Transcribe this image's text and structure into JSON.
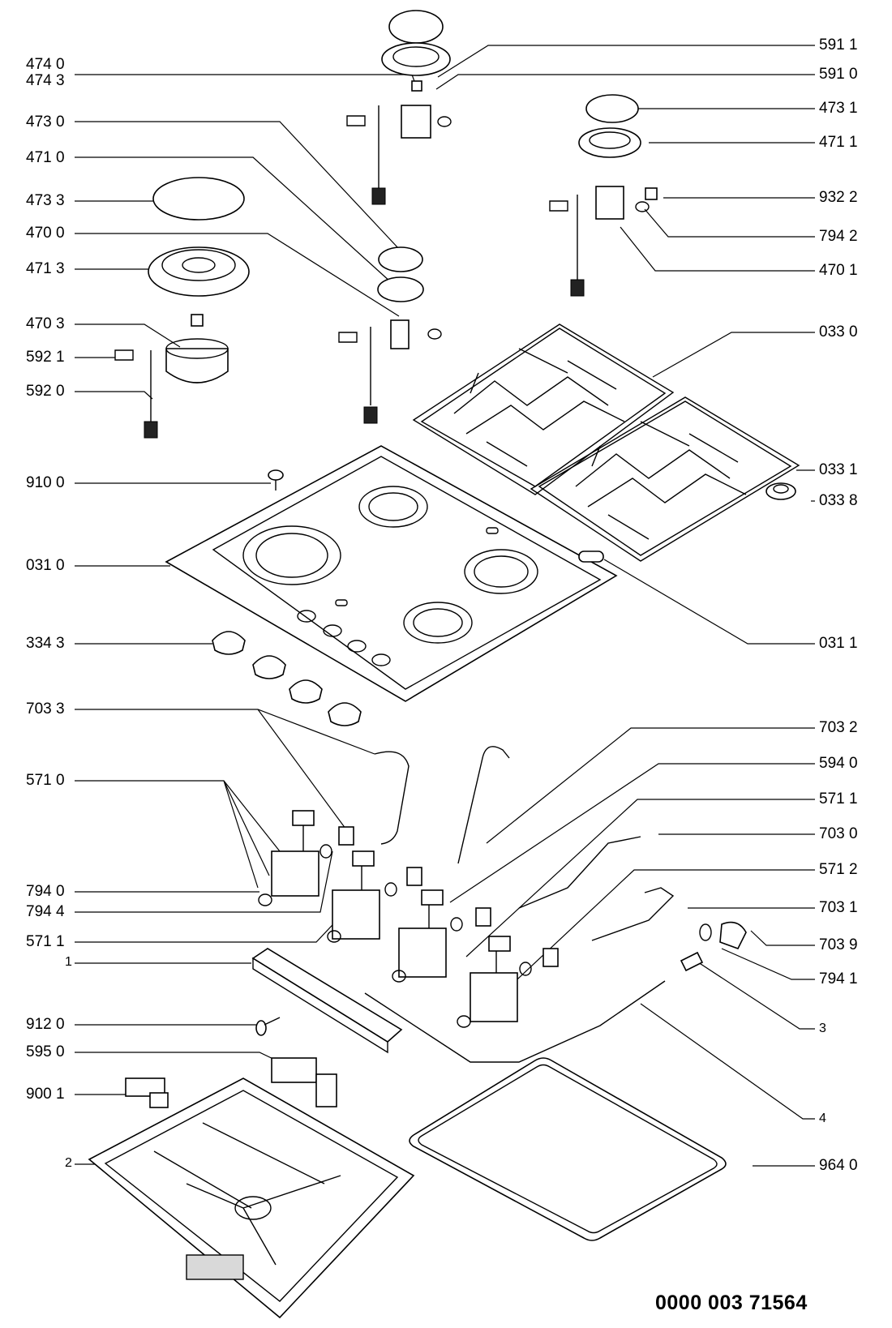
{
  "labels_left": [
    {
      "id": "l4740",
      "text": "474 0"
    },
    {
      "id": "l4743",
      "text": "474 3"
    },
    {
      "id": "l4730",
      "text": "473 0"
    },
    {
      "id": "l4710",
      "text": "471 0"
    },
    {
      "id": "l4733",
      "text": "473 3"
    },
    {
      "id": "l4700",
      "text": "470 0"
    },
    {
      "id": "l4713",
      "text": "471 3"
    },
    {
      "id": "l4703",
      "text": "470 3"
    },
    {
      "id": "l5921",
      "text": "592 1"
    },
    {
      "id": "l5920",
      "text": "592 0"
    },
    {
      "id": "l9100",
      "text": "910 0"
    },
    {
      "id": "l0310",
      "text": "031 0"
    },
    {
      "id": "l3343",
      "text": "334 3"
    },
    {
      "id": "l7033",
      "text": "703 3"
    },
    {
      "id": "l5710",
      "text": "571 0"
    },
    {
      "id": "l7940",
      "text": "794 0"
    },
    {
      "id": "l7944",
      "text": "794 4"
    },
    {
      "id": "l5711b",
      "text": "571 1"
    },
    {
      "id": "l1",
      "text": "1"
    },
    {
      "id": "l9120",
      "text": "912 0"
    },
    {
      "id": "l5950",
      "text": "595 0"
    },
    {
      "id": "l9001",
      "text": "900 1"
    },
    {
      "id": "l2",
      "text": "2"
    }
  ],
  "labels_right": [
    {
      "id": "r5911",
      "text": "591 1"
    },
    {
      "id": "r5910",
      "text": "591 0"
    },
    {
      "id": "r4731",
      "text": "473 1"
    },
    {
      "id": "r4711",
      "text": "471 1"
    },
    {
      "id": "r9322",
      "text": "932 2"
    },
    {
      "id": "r7942",
      "text": "794 2"
    },
    {
      "id": "r4701",
      "text": "470 1"
    },
    {
      "id": "r0330",
      "text": "033 0"
    },
    {
      "id": "r0331",
      "text": "033 1"
    },
    {
      "id": "r0338",
      "text": "033 8"
    },
    {
      "id": "r0311",
      "text": "031 1"
    },
    {
      "id": "r7032",
      "text": "703 2"
    },
    {
      "id": "r5940",
      "text": "594 0"
    },
    {
      "id": "r5711",
      "text": "571 1"
    },
    {
      "id": "r7030",
      "text": "703 0"
    },
    {
      "id": "r5712",
      "text": "571 2"
    },
    {
      "id": "r7031",
      "text": "703 1"
    },
    {
      "id": "r7039",
      "text": "703 9"
    },
    {
      "id": "r7941",
      "text": "794 1"
    },
    {
      "id": "r3",
      "text": "3"
    },
    {
      "id": "r4",
      "text": "4"
    },
    {
      "id": "r9640",
      "text": "964 0"
    }
  ],
  "document_code": "0000 003 71564"
}
